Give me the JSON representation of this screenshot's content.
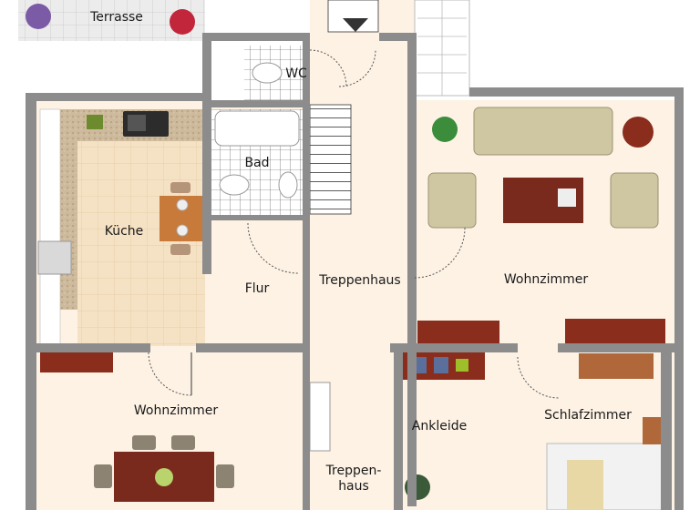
{
  "rooms": {
    "terrasse": "Terrasse",
    "wc": "WC",
    "bad": "Bad",
    "kueche": "Küche",
    "flur": "Flur",
    "treppenhaus_upper": "Treppenhaus",
    "wohnzimmer_right": "Wohnzimmer",
    "wohnzimmer_left": "Wohnzimmer",
    "ankleide": "Ankleide",
    "schlafzimmer": "Schlafzimmer",
    "treppenhaus_lower_1": "Treppen-",
    "treppenhaus_lower_2": "haus"
  },
  "colors": {
    "wall": "#8c8c8c",
    "floor": "#fdf2e4",
    "kitchen_tile": "#f3dfbf",
    "bath_tile": "#ffffff",
    "terrace_tile": "#e9e9e9",
    "sofa": "#cfc6a2",
    "wood": "#8a3b22",
    "counter": "#c9b79a"
  }
}
